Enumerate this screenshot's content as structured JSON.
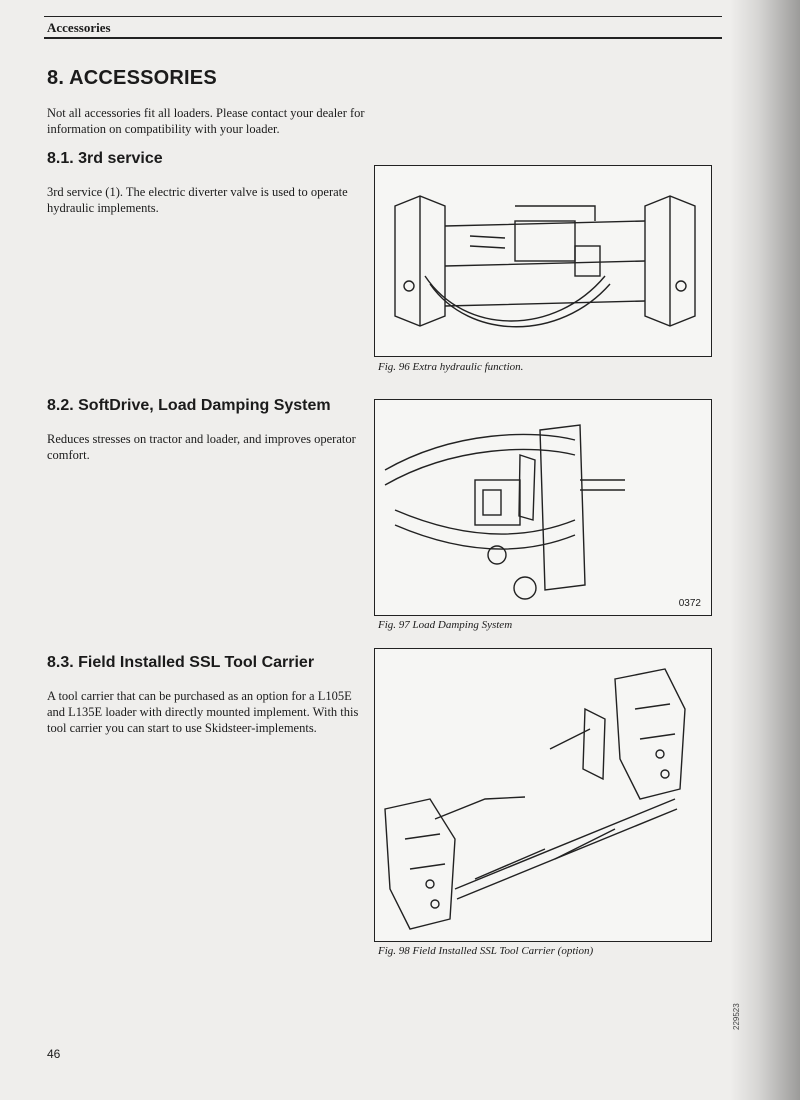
{
  "header": {
    "section": "Accessories"
  },
  "main": {
    "title": "8. ACCESSORIES",
    "intro": "Not all accessories fit all loaders. Please contact your dealer for information on compatibility with your loader.",
    "sections": [
      {
        "heading": "8.1. 3rd service",
        "body": "3rd service (1). The electric diverter valve is used to operate hydraulic implements.",
        "caption": "Fig. 96 Extra hydraulic function."
      },
      {
        "heading": "8.2. SoftDrive, Load Damping System",
        "body": "Reduces stresses on tractor and loader, and improves operator comfort.",
        "caption": "Fig. 97 Load Damping System",
        "figure_code": "0372"
      },
      {
        "heading": "8.3. Field Installed SSL Tool Carrier",
        "body": "A tool carrier that can be purchased as an option for a L105E and L135E loader with directly mounted implement. With this tool carrier you can start to use Skidsteer-implements.",
        "caption": "Fig. 98 Field Installed SSL Tool Carrier (option)"
      }
    ]
  },
  "footer": {
    "page_number": "46",
    "doc_code": "229523"
  }
}
